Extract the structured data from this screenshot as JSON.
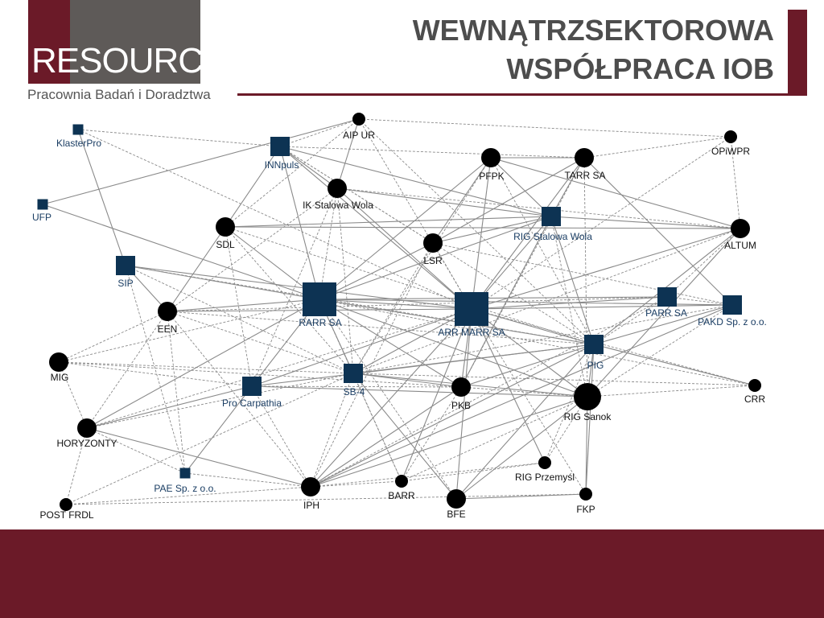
{
  "logo": {
    "re": "RE",
    "source": "SOURCE",
    "subtitle": "Pracownia Badań i Doradztwa"
  },
  "title": {
    "line1": "WEWNĄTRZSEKTOROWA",
    "line2": "WSPÓŁPRACA IOB"
  },
  "colors": {
    "brand": "#6b1a28",
    "square_node": "#0d3353",
    "circle_node": "#000000",
    "edge": "#8a8a8a",
    "square_label": "#1a3d63",
    "circle_label": "#111111"
  },
  "nodes": [
    {
      "id": "KlasterPro",
      "label": "KlasterPro",
      "shape": "square",
      "size": "small"
    },
    {
      "id": "UFP",
      "label": "UFP",
      "shape": "square",
      "size": "small"
    },
    {
      "id": "INNpuls",
      "label": "INNpuls",
      "shape": "square",
      "size": "medium"
    },
    {
      "id": "AIPUR",
      "label": "AIP UR",
      "shape": "circle",
      "size": "small"
    },
    {
      "id": "IK",
      "label": "IK Stalowa Wola",
      "shape": "circle",
      "size": "medium"
    },
    {
      "id": "PFPK",
      "label": "PFPK",
      "shape": "circle",
      "size": "medium"
    },
    {
      "id": "TARR",
      "label": "TARR SA",
      "shape": "circle",
      "size": "medium"
    },
    {
      "id": "OPiWPR",
      "label": "OPiWPR",
      "shape": "circle",
      "size": "small"
    },
    {
      "id": "RIGSW",
      "label": "RIG Stalowa Wola",
      "shape": "square",
      "size": "medium"
    },
    {
      "id": "SDL",
      "label": "SDL",
      "shape": "circle",
      "size": "medium"
    },
    {
      "id": "LSR",
      "label": "LSR",
      "shape": "circle",
      "size": "medium"
    },
    {
      "id": "ALTUM",
      "label": "ALTUM",
      "shape": "circle",
      "size": "medium"
    },
    {
      "id": "SIP",
      "label": "SIP",
      "shape": "square",
      "size": "medium"
    },
    {
      "id": "RARR",
      "label": "RARR SA",
      "shape": "square",
      "size": "large"
    },
    {
      "id": "ARRMARR",
      "label": "ARR MARR SA",
      "shape": "square",
      "size": "large"
    },
    {
      "id": "PARR",
      "label": "PARR SA",
      "shape": "square",
      "size": "medium"
    },
    {
      "id": "PAKD",
      "label": "PAKD Sp. z o.o.",
      "shape": "square",
      "size": "medium"
    },
    {
      "id": "EEN",
      "label": "EEN",
      "shape": "circle",
      "size": "medium"
    },
    {
      "id": "PIG",
      "label": "PIG",
      "shape": "square",
      "size": "medium"
    },
    {
      "id": "MIG",
      "label": "MIG",
      "shape": "circle",
      "size": "medium"
    },
    {
      "id": "CRR",
      "label": "CRR",
      "shape": "circle",
      "size": "small"
    },
    {
      "id": "SB4",
      "label": "SB-4",
      "shape": "square",
      "size": "medium"
    },
    {
      "id": "ProCarp",
      "label": "Pro Carpathia",
      "shape": "square",
      "size": "medium"
    },
    {
      "id": "PKB",
      "label": "PKB",
      "shape": "circle",
      "size": "medium"
    },
    {
      "id": "RIGSanok",
      "label": "RIG Sanok",
      "shape": "circle",
      "size": "large"
    },
    {
      "id": "HORYZ",
      "label": "HORYZONTY",
      "shape": "circle",
      "size": "medium"
    },
    {
      "id": "PAE",
      "label": "PAE Sp. z o.o.",
      "shape": "square",
      "size": "small"
    },
    {
      "id": "IPH",
      "label": "IPH",
      "shape": "circle",
      "size": "medium"
    },
    {
      "id": "RIGPrz",
      "label": "RIG Przemyśl",
      "shape": "circle",
      "size": "small"
    },
    {
      "id": "BARR",
      "label": "BARR",
      "shape": "circle",
      "size": "small"
    },
    {
      "id": "POST",
      "label": "POST FRDL",
      "shape": "circle",
      "size": "small"
    },
    {
      "id": "BFE",
      "label": "BFE",
      "shape": "circle",
      "size": "medium"
    },
    {
      "id": "FKP",
      "label": "FKP",
      "shape": "circle",
      "size": "small"
    }
  ],
  "edges": [
    [
      "KlasterPro",
      "INNpuls",
      "dash"
    ],
    [
      "KlasterPro",
      "SIP",
      "solid"
    ],
    [
      "KlasterPro",
      "ARRMARR",
      "dash"
    ],
    [
      "UFP",
      "AIPUR",
      "solid"
    ],
    [
      "UFP",
      "RARR",
      "solid"
    ],
    [
      "INNpuls",
      "AIPUR",
      "dash"
    ],
    [
      "INNpuls",
      "IK",
      "solid"
    ],
    [
      "INNpuls",
      "RIGSW",
      "solid"
    ],
    [
      "INNpuls",
      "SDL",
      "solid"
    ],
    [
      "INNpuls",
      "RARR",
      "solid"
    ],
    [
      "INNpuls",
      "ARRMARR",
      "solid"
    ],
    [
      "INNpuls",
      "LSR",
      "dash"
    ],
    [
      "INNpuls",
      "PIG",
      "dash"
    ],
    [
      "INNpuls",
      "TARR",
      "dash"
    ],
    [
      "AIPUR",
      "IK",
      "solid"
    ],
    [
      "AIPUR",
      "ARRMARR",
      "dash"
    ],
    [
      "AIPUR",
      "PIG",
      "dash"
    ],
    [
      "AIPUR",
      "OPiWPR",
      "dash"
    ],
    [
      "AIPUR",
      "SDL",
      "dash"
    ],
    [
      "IK",
      "RIGSW",
      "solid"
    ],
    [
      "IK",
      "SB4",
      "dash"
    ],
    [
      "IK",
      "RARR",
      "dash"
    ],
    [
      "IK",
      "ARRMARR",
      "solid"
    ],
    [
      "IK",
      "EEN",
      "dash"
    ],
    [
      "IK",
      "ProCarp",
      "dash"
    ],
    [
      "IK",
      "ALTUM",
      "dash"
    ],
    [
      "PFPK",
      "TARR",
      "solid"
    ],
    [
      "PFPK",
      "LSR",
      "solid"
    ],
    [
      "PFPK",
      "RARR",
      "solid"
    ],
    [
      "PFPK",
      "ARRMARR",
      "solid"
    ],
    [
      "PFPK",
      "RIGSW",
      "solid"
    ],
    [
      "PFPK",
      "PIG",
      "dash"
    ],
    [
      "PFPK",
      "SB4",
      "dash"
    ],
    [
      "PFPK",
      "ALTUM",
      "solid"
    ],
    [
      "TARR",
      "RIGSW",
      "solid"
    ],
    [
      "TARR",
      "ARRMARR",
      "solid"
    ],
    [
      "TARR",
      "PAKD",
      "solid"
    ],
    [
      "TARR",
      "OPiWPR",
      "dash"
    ],
    [
      "TARR",
      "LSR",
      "solid"
    ],
    [
      "TARR",
      "PKB",
      "dash"
    ],
    [
      "TARR",
      "RIGSanok",
      "dash"
    ],
    [
      "OPiWPR",
      "ALTUM",
      "dash"
    ],
    [
      "OPiWPR",
      "ARRMARR",
      "dash"
    ],
    [
      "RIGSW",
      "LSR",
      "solid"
    ],
    [
      "RIGSW",
      "ARRMARR",
      "solid"
    ],
    [
      "RIGSW",
      "PIG",
      "solid"
    ],
    [
      "RIGSW",
      "RARR",
      "solid"
    ],
    [
      "RIGSW",
      "SDL",
      "solid"
    ],
    [
      "RIGSW",
      "PKB",
      "solid"
    ],
    [
      "RIGSW",
      "RIGSanok",
      "dash"
    ],
    [
      "RIGSW",
      "ALTUM",
      "solid"
    ],
    [
      "SDL",
      "RARR",
      "solid"
    ],
    [
      "SDL",
      "EEN",
      "solid"
    ],
    [
      "SDL",
      "ALTUM",
      "solid"
    ],
    [
      "SDL",
      "PIG",
      "dash"
    ],
    [
      "SDL",
      "ProCarp",
      "dash"
    ],
    [
      "SDL",
      "SB4",
      "dash"
    ],
    [
      "LSR",
      "RARR",
      "solid"
    ],
    [
      "LSR",
      "SB4",
      "dash"
    ],
    [
      "LSR",
      "IPH",
      "dash"
    ],
    [
      "LSR",
      "ARRMARR",
      "dash"
    ],
    [
      "LSR",
      "PAKD",
      "dash"
    ],
    [
      "ALTUM",
      "ARRMARR",
      "solid"
    ],
    [
      "ALTUM",
      "PIG",
      "solid"
    ],
    [
      "ALTUM",
      "RIGSanok",
      "solid"
    ],
    [
      "ALTUM",
      "PARR",
      "dash"
    ],
    [
      "ALTUM",
      "SB4",
      "dash"
    ],
    [
      "SIP",
      "RARR",
      "solid"
    ],
    [
      "SIP",
      "ARRMARR",
      "solid"
    ],
    [
      "SIP",
      "EEN",
      "solid"
    ],
    [
      "SIP",
      "PAE",
      "dash"
    ],
    [
      "SIP",
      "PIG",
      "dash"
    ],
    [
      "SIP",
      "SB4",
      "dash"
    ],
    [
      "RARR",
      "ARRMARR",
      "solid"
    ],
    [
      "RARR",
      "EEN",
      "solid"
    ],
    [
      "RARR",
      "PIG",
      "solid"
    ],
    [
      "RARR",
      "SB4",
      "solid"
    ],
    [
      "RARR",
      "PKB",
      "solid"
    ],
    [
      "RARR",
      "RIGSanok",
      "solid"
    ],
    [
      "RARR",
      "ProCarp",
      "solid"
    ],
    [
      "RARR",
      "MIG",
      "dash"
    ],
    [
      "RARR",
      "HORYZ",
      "solid"
    ],
    [
      "RARR",
      "PARR",
      "solid"
    ],
    [
      "RARR",
      "PAKD",
      "solid"
    ],
    [
      "RARR",
      "CRR",
      "dash"
    ],
    [
      "ARRMARR",
      "PARR",
      "solid"
    ],
    [
      "ARRMARR",
      "PAKD",
      "solid"
    ],
    [
      "ARRMARR",
      "PIG",
      "solid"
    ],
    [
      "ARRMARR",
      "RIGSanok",
      "solid"
    ],
    [
      "ARRMARR",
      "SB4",
      "solid"
    ],
    [
      "ARRMARR",
      "PKB",
      "solid"
    ],
    [
      "ARRMARR",
      "ProCarp",
      "solid"
    ],
    [
      "ARRMARR",
      "EEN",
      "solid"
    ],
    [
      "ARRMARR",
      "IPH",
      "solid"
    ],
    [
      "ARRMARR",
      "BARR",
      "solid"
    ],
    [
      "ARRMARR",
      "BFE",
      "solid"
    ],
    [
      "ARRMARR",
      "RIGPrz",
      "solid"
    ],
    [
      "ARRMARR",
      "FKP",
      "dash"
    ],
    [
      "ARRMARR",
      "HORYZ",
      "dash"
    ],
    [
      "ARRMARR",
      "CRR",
      "dash"
    ],
    [
      "PARR",
      "PIG",
      "dash"
    ],
    [
      "PARR",
      "PAKD",
      "dash"
    ],
    [
      "PARR",
      "EEN",
      "dash"
    ],
    [
      "PARR",
      "IPH",
      "dash"
    ],
    [
      "PAKD",
      "PIG",
      "solid"
    ],
    [
      "PAKD",
      "SB4",
      "dash"
    ],
    [
      "PAKD",
      "IPH",
      "solid"
    ],
    [
      "PAKD",
      "RIGSanok",
      "dash"
    ],
    [
      "EEN",
      "PIG",
      "dash"
    ],
    [
      "EEN",
      "SB4",
      "dash"
    ],
    [
      "EEN",
      "MIG",
      "dash"
    ],
    [
      "EEN",
      "HORYZ",
      "dash"
    ],
    [
      "EEN",
      "PAE",
      "dash"
    ],
    [
      "EEN",
      "IPH",
      "dash"
    ],
    [
      "PIG",
      "RIGSanok",
      "solid"
    ],
    [
      "PIG",
      "PKB",
      "solid"
    ],
    [
      "PIG",
      "SB4",
      "solid"
    ],
    [
      "PIG",
      "IPH",
      "solid"
    ],
    [
      "PIG",
      "CRR",
      "solid"
    ],
    [
      "PIG",
      "FKP",
      "solid"
    ],
    [
      "PIG",
      "BFE",
      "solid"
    ],
    [
      "PIG",
      "ProCarp",
      "solid"
    ],
    [
      "MIG",
      "HORYZ",
      "dash"
    ],
    [
      "MIG",
      "PKB",
      "dash"
    ],
    [
      "MIG",
      "SB4",
      "dash"
    ],
    [
      "MIG",
      "ProCarp",
      "dash"
    ],
    [
      "CRR",
      "RIGSanok",
      "dash"
    ],
    [
      "CRR",
      "SB4",
      "dash"
    ],
    [
      "SB4",
      "PKB",
      "solid"
    ],
    [
      "SB4",
      "BARR",
      "dash"
    ],
    [
      "SB4",
      "BFE",
      "solid"
    ],
    [
      "SB4",
      "RIGSanok",
      "solid"
    ],
    [
      "SB4",
      "IPH",
      "dash"
    ],
    [
      "SB4",
      "HORYZ",
      "dash"
    ],
    [
      "ProCarp",
      "PAE",
      "solid"
    ],
    [
      "ProCarp",
      "IPH",
      "dash"
    ],
    [
      "ProCarp",
      "HORYZ",
      "solid"
    ],
    [
      "ProCarp",
      "RIGSanok",
      "solid"
    ],
    [
      "ProCarp",
      "PKB",
      "dash"
    ],
    [
      "PKB",
      "RIGSanok",
      "dash"
    ],
    [
      "PKB",
      "IPH",
      "solid"
    ],
    [
      "PKB",
      "BARR",
      "dash"
    ],
    [
      "RIGSanok",
      "IPH",
      "solid"
    ],
    [
      "RIGSanok",
      "FKP",
      "solid"
    ],
    [
      "RIGSanok",
      "BFE",
      "solid"
    ],
    [
      "RIGSanok",
      "RIGPrz",
      "dash"
    ],
    [
      "RIGSanok",
      "BARR",
      "dash"
    ],
    [
      "HORYZ",
      "IPH",
      "solid"
    ],
    [
      "HORYZ",
      "PAE",
      "dash"
    ],
    [
      "HORYZ",
      "POST",
      "dash"
    ],
    [
      "PAE",
      "IPH",
      "dash"
    ],
    [
      "IPH",
      "RIGPrz",
      "dash"
    ],
    [
      "IPH",
      "BARR",
      "dash"
    ],
    [
      "POST",
      "FKP",
      "dash"
    ],
    [
      "POST",
      "SB4",
      "dash"
    ],
    [
      "POST",
      "IPH",
      "dash"
    ],
    [
      "BFE",
      "FKP",
      "solid"
    ],
    [
      "BFE",
      "RARR",
      "dash"
    ],
    [
      "BARR",
      "RIGPrz",
      "dash"
    ],
    [
      "BARR",
      "RARR",
      "dash"
    ],
    [
      "RIGPrz",
      "PIG",
      "dash"
    ]
  ]
}
